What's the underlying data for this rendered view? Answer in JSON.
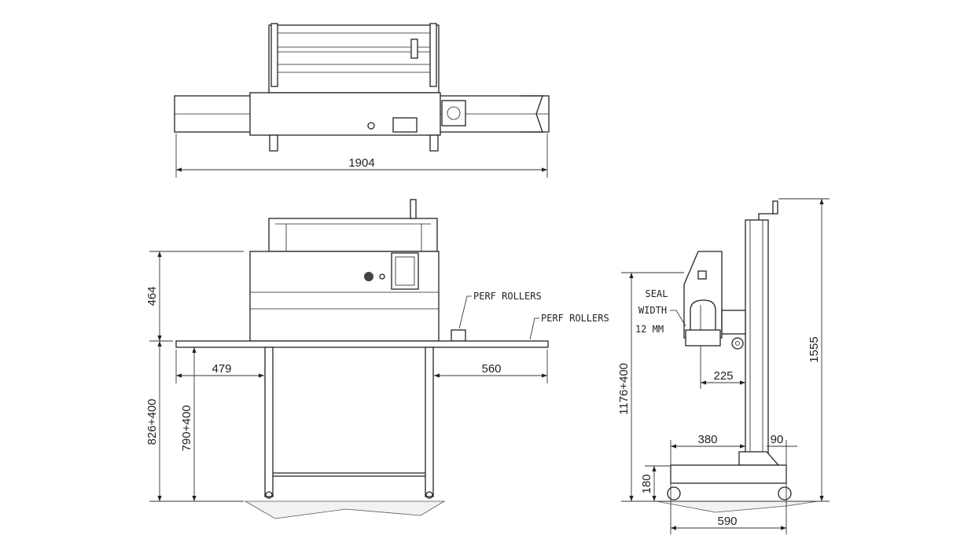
{
  "dimensions": {
    "overall_width": "1904",
    "upper_height": "464",
    "total_height_front": "826+400",
    "table_height": "790+400",
    "left_extension": "479",
    "right_extension": "560",
    "side_total_height": "1176+400",
    "max_height": "1555",
    "seal_offset": "225",
    "base_front": "380",
    "base_rear": "90",
    "base_height": "180",
    "base_depth": "590"
  },
  "annotations": {
    "perf_rollers_1": "PERF ROLLERS",
    "perf_rollers_2": "PERF ROLLERS",
    "seal_line1": "SEAL",
    "seal_line2": "WIDTH",
    "seal_line3": "12 MM"
  }
}
